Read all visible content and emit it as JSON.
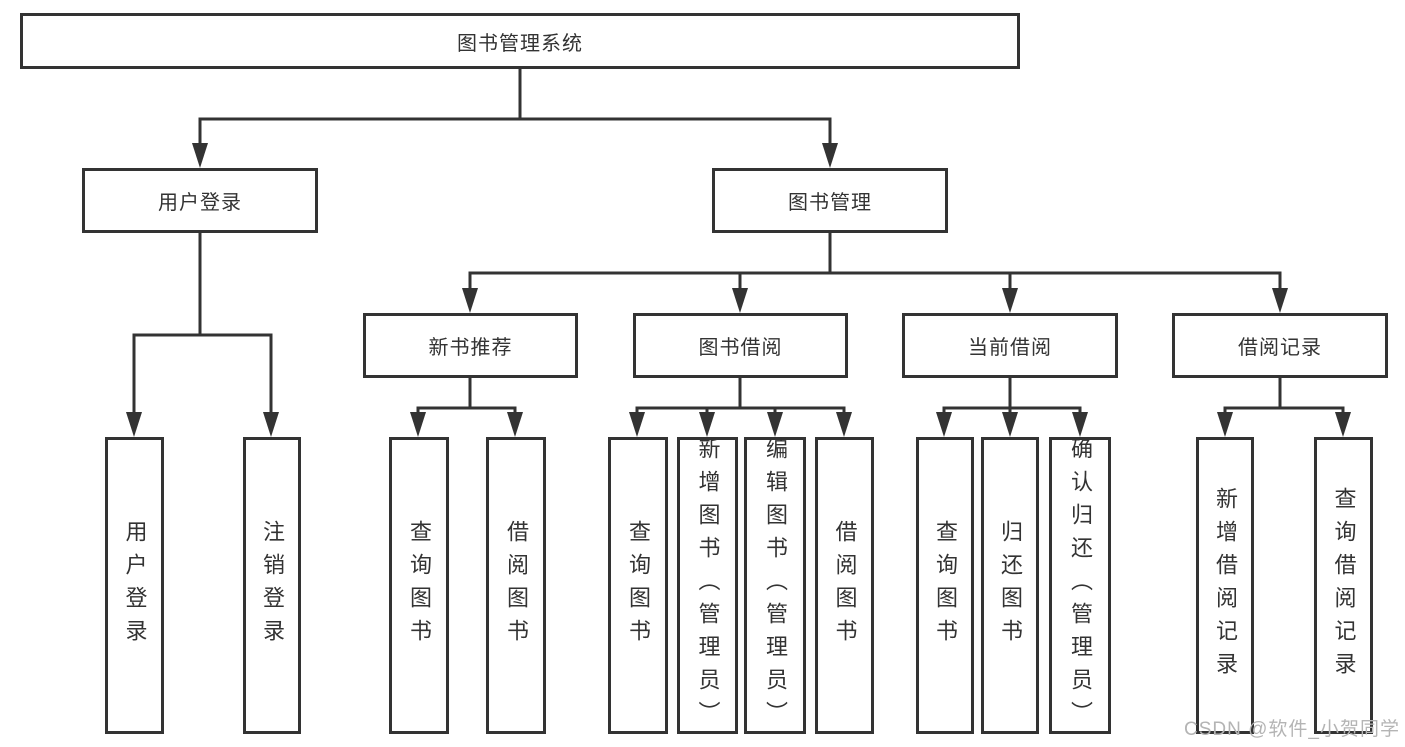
{
  "diagram": {
    "root": {
      "label": "图书管理系统"
    },
    "branches": [
      {
        "label": "用户登录",
        "children": [
          {
            "label": "用户登录"
          },
          {
            "label": "注销登录"
          }
        ]
      },
      {
        "label": "图书管理",
        "children": [
          {
            "label": "新书推荐",
            "children": [
              {
                "label": "查询图书"
              },
              {
                "label": "借阅图书"
              }
            ]
          },
          {
            "label": "图书借阅",
            "children": [
              {
                "label": "查询图书"
              },
              {
                "label": "新增图书（管理员）"
              },
              {
                "label": "编辑图书（管理员）"
              },
              {
                "label": "借阅图书"
              }
            ]
          },
          {
            "label": "当前借阅",
            "children": [
              {
                "label": "查询图书"
              },
              {
                "label": "归还图书"
              },
              {
                "label": "确认归还（管理员）"
              }
            ]
          },
          {
            "label": "借阅记录",
            "children": [
              {
                "label": "新增借阅记录"
              },
              {
                "label": "查询借阅记录"
              }
            ]
          }
        ]
      }
    ]
  },
  "watermark": {
    "text": "CSDN @软件_小贺同学"
  },
  "colors": {
    "line": "#333333",
    "box_border": "#333333",
    "box_background": "#ffffff",
    "text": "#333333",
    "watermark": "#b4b4b4",
    "background": "#ffffff"
  }
}
